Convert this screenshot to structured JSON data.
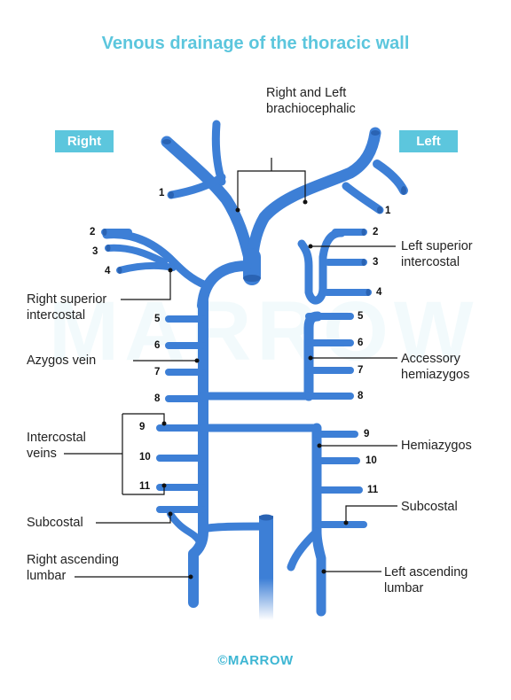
{
  "title": "Venous drainage of the thoracic wall",
  "badges": {
    "right": "Right",
    "left": "Left"
  },
  "labels": {
    "brachio_line1": "Right and Left",
    "brachio_line2": "brachiocephalic",
    "left_sup_line1": "Left superior",
    "left_sup_line2": "intercostal",
    "right_sup_line1": "Right superior",
    "right_sup_line2": "intercostal",
    "azygos": "Azygos vein",
    "acc_line1": "Accessory",
    "acc_line2": "hemiazygos",
    "intercostal_line1": "Intercostal",
    "intercostal_line2": "veins",
    "hemiazygos": "Hemiazygos",
    "subcostal_right": "Subcostal",
    "subcostal_left": "Subcostal",
    "rlumbar_line1": "Right ascending",
    "rlumbar_line2": "lumbar",
    "llumbar_line1": "Left ascending",
    "llumbar_line2": "lumbar"
  },
  "numbers": {
    "right": [
      "1",
      "2",
      "3",
      "4",
      "5",
      "6",
      "7",
      "8",
      "9",
      "10",
      "11"
    ],
    "left": [
      "1",
      "2",
      "3",
      "4",
      "5",
      "6",
      "7",
      "8",
      "9",
      "10",
      "11"
    ]
  },
  "footer": "©MARROW",
  "watermark": "MARROW",
  "colors": {
    "vein": "#3d7fd6",
    "vein_dark": "#2a63b3",
    "accent": "#5cc6dd",
    "leader": "#111111"
  }
}
